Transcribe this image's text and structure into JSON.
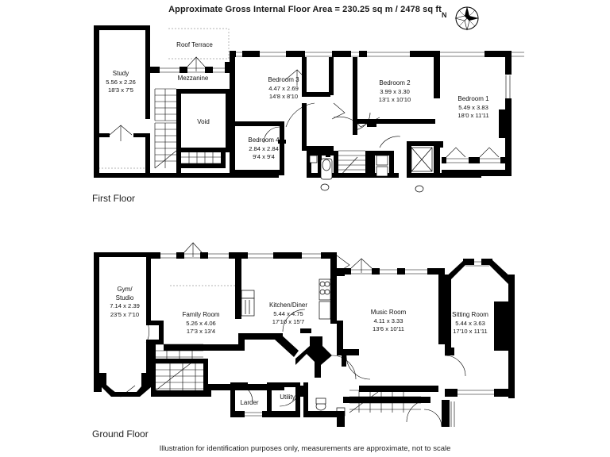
{
  "header": {
    "title": "Approximate Gross Internal Floor Area = 230.25 sq m / 2478 sq ft",
    "compass_label": "N",
    "compass_icon": "compass-rose-icon"
  },
  "footer": {
    "note": "Illustration for identification purposes only, measurements are approximate, not to scale"
  },
  "floors": [
    {
      "id": "first-floor",
      "label": "First Floor",
      "rooms": [
        {
          "name": "Study",
          "metric": "5.56 x 2.26",
          "imperial": "18'3 x 7'5"
        },
        {
          "name": "Roof Terrace",
          "metric": "",
          "imperial": ""
        },
        {
          "name": "Mezzanine",
          "metric": "",
          "imperial": ""
        },
        {
          "name": "Void",
          "metric": "",
          "imperial": ""
        },
        {
          "name": "Bedroom 3",
          "metric": "4.47 x 2.69",
          "imperial": "14'8 x 8'10"
        },
        {
          "name": "Bedroom 4",
          "metric": "2.84 x 2.84",
          "imperial": "9'4 x 9'4"
        },
        {
          "name": "Bedroom 2",
          "metric": "3.99 x 3.30",
          "imperial": "13'1 x 10'10"
        },
        {
          "name": "Bedroom 1",
          "metric": "5.49 x 3.83",
          "imperial": "18'0 x 11'11"
        }
      ]
    },
    {
      "id": "ground-floor",
      "label": "Ground Floor",
      "rooms": [
        {
          "name": "Gym/",
          "metric": "Studio",
          "imperial": "7.14 x 2.39",
          "imperial2": "23'5 x 7'10"
        },
        {
          "name": "Family Room",
          "metric": "5.26 x 4.06",
          "imperial": "17'3 x 13'4"
        },
        {
          "name": "Kitchen/Diner",
          "metric": "5.44 x 4.75",
          "imperial": "17'10 x 15'7"
        },
        {
          "name": "Music Room",
          "metric": "4.11 x 3.33",
          "imperial": "13'6 x 10'11"
        },
        {
          "name": "Sitting Room",
          "metric": "5.44 x 3.63",
          "imperial": "17'10 x 11'11"
        },
        {
          "name": "Larder",
          "metric": "",
          "imperial": ""
        },
        {
          "name": "Utility",
          "metric": "",
          "imperial": ""
        }
      ]
    }
  ],
  "colors": {
    "wall": "#000000",
    "background": "#ffffff",
    "text": "#1a1a1a",
    "dashed_guide": "#9a9a9a"
  }
}
